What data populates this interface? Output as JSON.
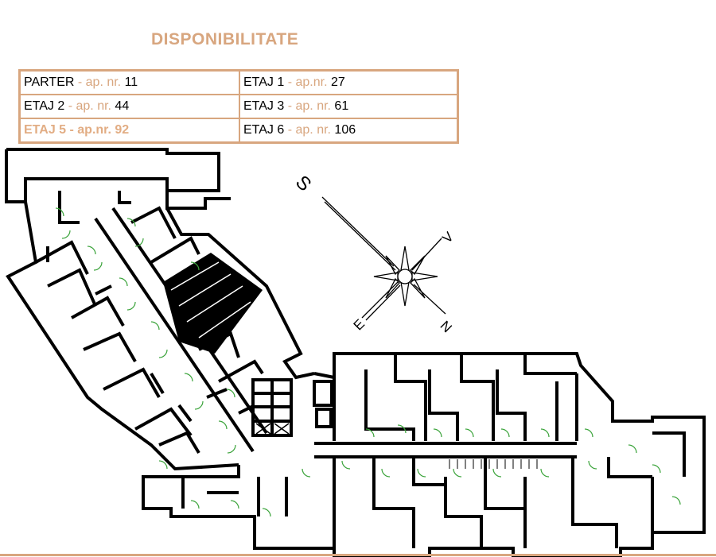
{
  "heading": "DISPONIBILITATE",
  "colors": {
    "accent": "#d8a67f",
    "highlight": "#e2ad84",
    "ink": "#000000",
    "door": "#3aa33a"
  },
  "availability": [
    [
      {
        "level": "PARTER",
        "sep": " - ap. nr. ",
        "number": "11",
        "highlighted": false
      },
      {
        "level": "ETAJ 1",
        "sep": " - ap.nr. ",
        "number": "27",
        "highlighted": false
      }
    ],
    [
      {
        "level": "ETAJ 2",
        "sep": " - ap. nr. ",
        "number": "44",
        "highlighted": false
      },
      {
        "level": "ETAJ 3",
        "sep": " - ap. nr. ",
        "number": "61",
        "highlighted": false
      }
    ],
    [
      {
        "level": "ETAJ 5",
        "sep": " - ap.nr. ",
        "number": "92",
        "highlighted": true
      },
      {
        "level": "ETAJ 6",
        "sep": " - ap. nr. ",
        "number": "106",
        "highlighted": false
      }
    ]
  ],
  "compass": {
    "labels": {
      "south": "S",
      "east": "V",
      "north": "N",
      "west": "E"
    },
    "icon": "compass-rose-icon"
  },
  "plan": {
    "icon": "floor-plan-drawing"
  }
}
